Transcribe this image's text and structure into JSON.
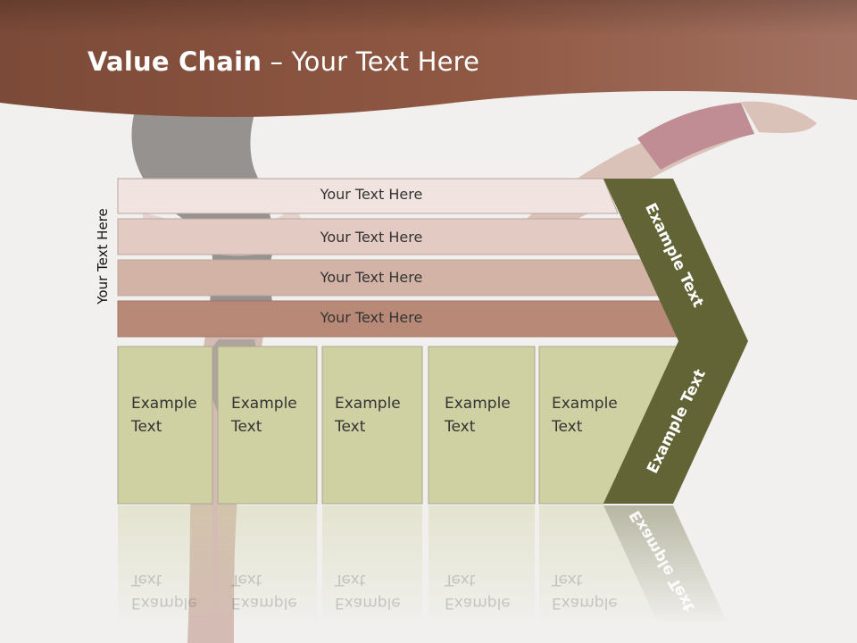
{
  "slide": {
    "title_bold": "Value Chain",
    "title_rest": " – Your Text Here",
    "side_label": "Your Text Here"
  },
  "rows": [
    {
      "label": "Your Text Here"
    },
    {
      "label": "Your Text Here"
    },
    {
      "label": "Your Text Here"
    },
    {
      "label": "Your Text Here"
    }
  ],
  "columns": [
    {
      "line1": "Example",
      "line2": "Text"
    },
    {
      "line1": "Example",
      "line2": "Text"
    },
    {
      "line1": "Example",
      "line2": "Text"
    },
    {
      "line1": "Example",
      "line2": "Text"
    },
    {
      "line1": "Example",
      "line2": "Text"
    }
  ],
  "chevron": {
    "upper_label": "Example Text",
    "lower_label": "Example Text"
  },
  "colors": {
    "header": "#8a5140",
    "row1": "#f1e4e0",
    "row2": "#e3cbc3",
    "row3": "#d3b3a6",
    "row4": "#b98977",
    "column": "#d0d1a2",
    "chevron": "#636436"
  }
}
